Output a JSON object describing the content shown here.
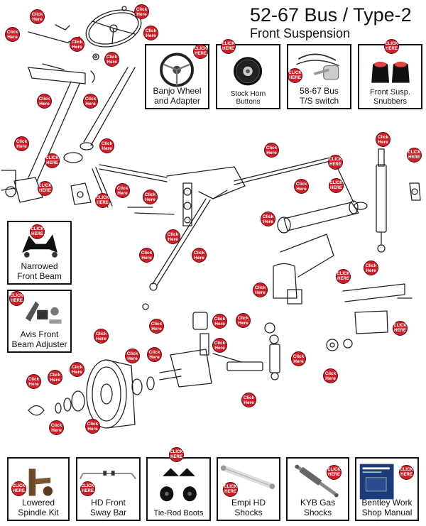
{
  "header": {
    "title": "52-67 Bus / Type-2",
    "subtitle": "Front Suspension"
  },
  "click_label": {
    "line1": "Click",
    "line2": "Here"
  },
  "click_label_caps": {
    "line1": "CLICK",
    "line2": "HERE"
  },
  "products_top": [
    {
      "line1": "Banjo Wheel",
      "line2": "and Adapter"
    },
    {
      "line1": "Stock Horn",
      "line2": "Buttons"
    },
    {
      "line1": "58-67 Bus",
      "line2": "T/S switch"
    },
    {
      "line1": "Front Susp.",
      "line2": "Snubbers"
    }
  ],
  "products_side": [
    {
      "line1": "Narrowed",
      "line2": "Front Beam"
    },
    {
      "line1": "Avis Front",
      "line2": "Beam Adjuster"
    }
  ],
  "products_bottom": [
    {
      "line1": "Lowered",
      "line2": "Spindle Kit"
    },
    {
      "line1": "HD Front",
      "line2": "Sway Bar"
    },
    {
      "line1": "Tie-Rod Boots",
      "line2": ""
    },
    {
      "line1": "Empi HD",
      "line2": "Shocks"
    },
    {
      "line1": "KYB Gas",
      "line2": "Shocks"
    },
    {
      "line1": "Bentley Work",
      "line2": "Shop Manual"
    }
  ]
}
